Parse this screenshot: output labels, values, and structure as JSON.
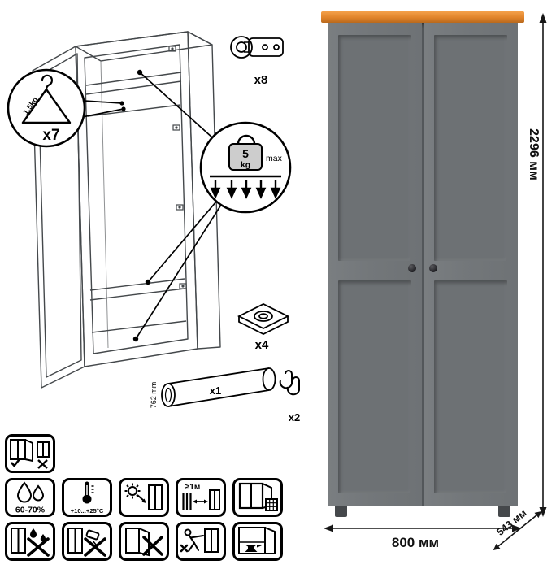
{
  "dimensions": {
    "height": "2296 мм",
    "width": "800 мм",
    "depth": "543 мм"
  },
  "parts": {
    "hanger_count": "x7",
    "hanger_load": "1.5kg",
    "shelf_load_value": "5",
    "shelf_load_unit": "kg",
    "shelf_load_note": "max",
    "hinges_count": "x8",
    "feet_count": "x4",
    "rod_count": "x1",
    "rod_length": "762 mm",
    "hooks_count": "x2"
  },
  "care": {
    "humidity_range": "60-70%",
    "temperature_range": "+10...+25°С",
    "heater_distance": "≥1м"
  },
  "icons": {
    "callouts": [
      "hanger-icon",
      "weight-icon",
      "hinge-icon",
      "foot-icon",
      "rod-icon",
      "hook-icon"
    ],
    "care": [
      "level-install-icon",
      "humidity-icon",
      "temperature-icon",
      "sunlight-icon",
      "heater-distance-icon",
      "ventilation-icon",
      "no-water-icon",
      "no-abrasive-icon",
      "no-door-force-icon",
      "no-drag-icon",
      "no-heavy-load-icon"
    ]
  },
  "colors": {
    "body_gray": "#73777a",
    "panel_gray": "#6d7174",
    "top_wood": "#e0832a",
    "line": "#44484b"
  }
}
